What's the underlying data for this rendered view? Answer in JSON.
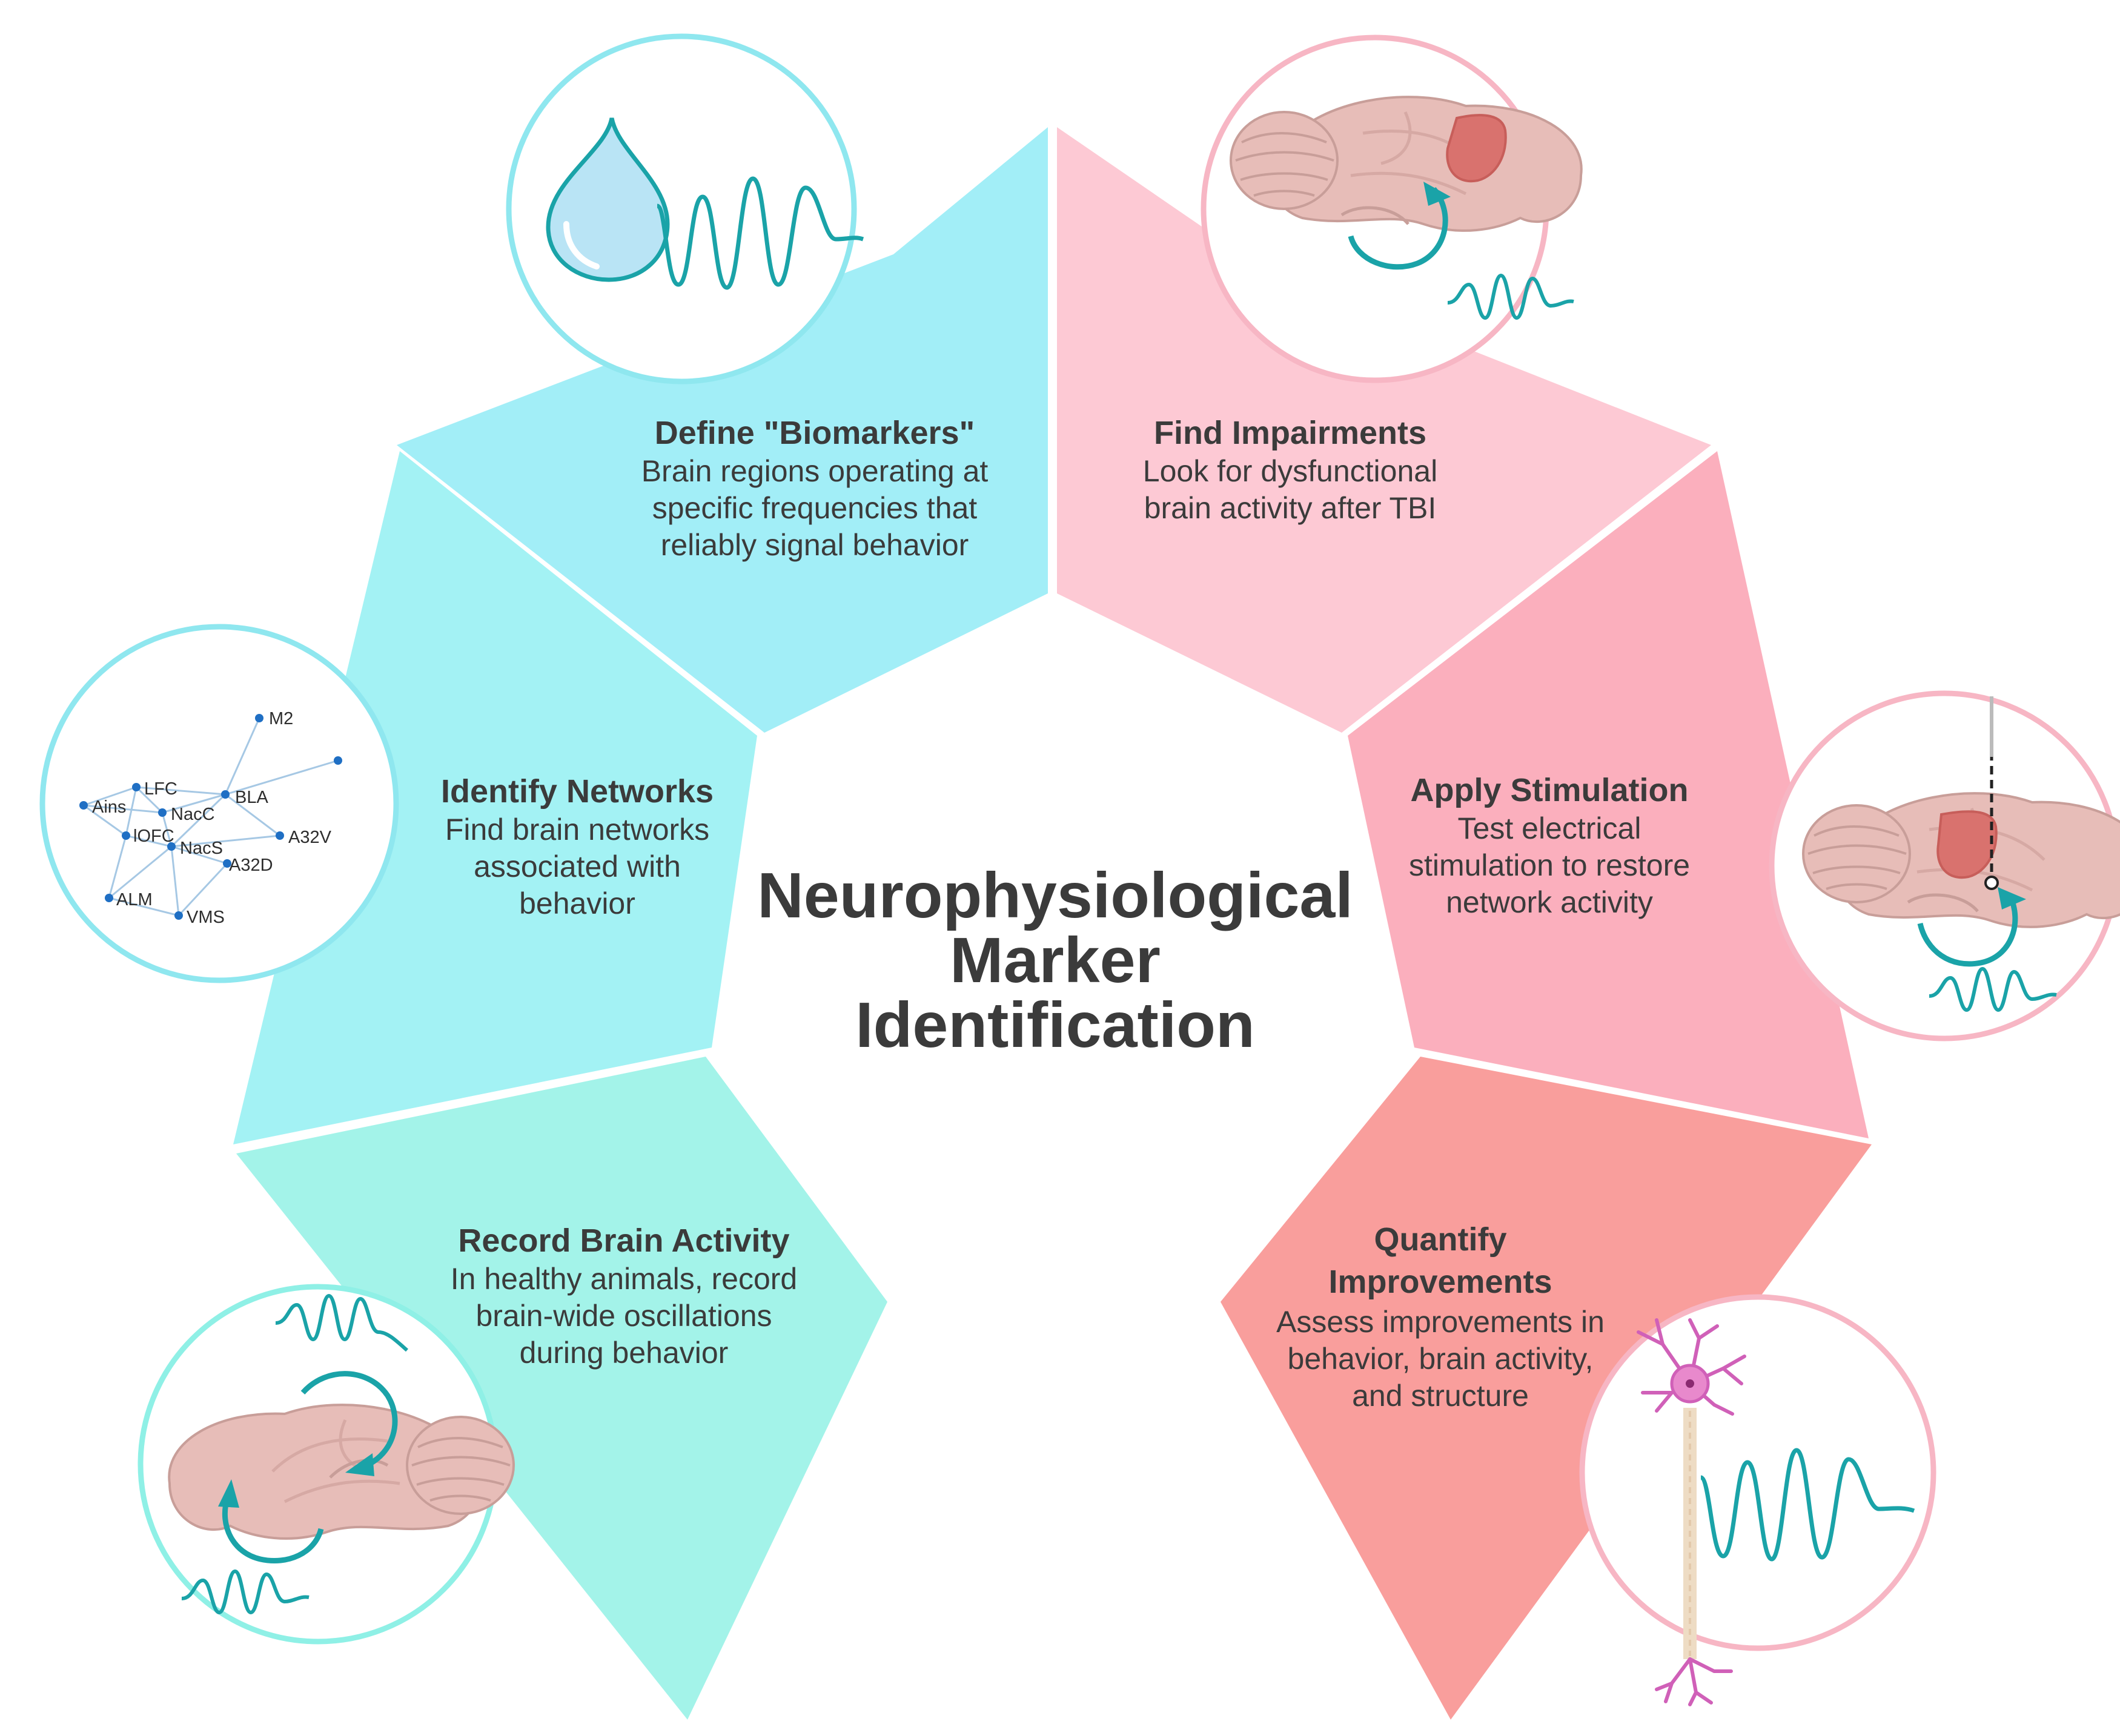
{
  "title": {
    "lines": [
      "Neurophysiological",
      "Marker",
      "Identification"
    ]
  },
  "steps": {
    "biomarkers": {
      "heading": "Define \"Biomarkers\"",
      "body": [
        "Brain regions operating at",
        "specific frequencies that",
        "reliably signal behavior"
      ],
      "color": "#a2eef7"
    },
    "networks": {
      "heading": "Identify Networks",
      "body": [
        "Find brain networks",
        "associated with",
        "behavior"
      ],
      "color": "#a3f2f4"
    },
    "record": {
      "heading": "Record Brain Activity",
      "body": [
        "In healthy animals, record",
        "brain-wide oscillations",
        "during behavior"
      ],
      "color": "#a3f3e9"
    },
    "impairments": {
      "heading": "Find Impairments",
      "body": [
        "Look for dysfunctional",
        "brain activity after TBI"
      ],
      "color": "#fdc9d4"
    },
    "stimulation": {
      "heading": "Apply Stimulation",
      "body": [
        "Test electrical",
        "stimulation to restore",
        "network activity"
      ],
      "color": "#fbafbd"
    },
    "improvements": {
      "heading": [
        "Quantify",
        "Improvements"
      ],
      "body": [
        "Assess improvements in",
        "behavior, brain activity,",
        "and structure"
      ],
      "color": "#f99e9c"
    }
  },
  "network": {
    "nodes": [
      "M2",
      "LFC",
      "BLA",
      "Ains",
      "NacC",
      "lOFC",
      "A32V",
      "NacS",
      "A32D",
      "ALM",
      "VMS"
    ]
  },
  "icons": {
    "biomarkers": "water-drop-and-wave-icon",
    "networks": "network-graph-icon",
    "record": "brain-oscillation-icon",
    "impairments": "impaired-brain-region-icon",
    "stimulation": "brain-stimulation-electrode-icon",
    "improvements": "neuron-and-wave-icon"
  },
  "colors": {
    "teal_line": "#1aa3a8",
    "ring_cyan": "#8fe7ef",
    "ring_mint": "#8ff0e6",
    "ring_pink": "#f7b6c4",
    "brain": "#e7bdb8",
    "brain_outline": "#c89e99",
    "lesion": "#d9726e",
    "neuron": "#d060b8"
  }
}
